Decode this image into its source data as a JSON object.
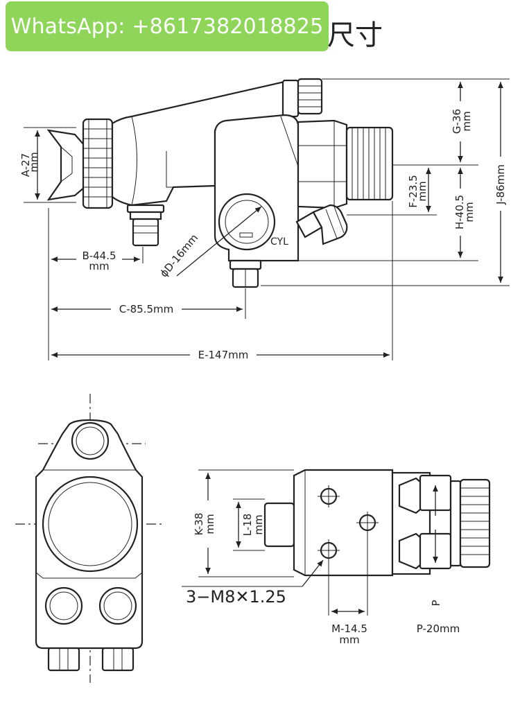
{
  "header": {
    "whatsapp_label": "WhatsApp: +8617382018825",
    "title": "尺寸"
  },
  "top_view": {
    "dims": {
      "a_value": "A-27",
      "a_unit": "mm",
      "b_value": "B-44.5",
      "b_unit": "mm",
      "c_label": "C-85.5mm",
      "d_label": "ϕD-16mm",
      "e_label": "E-147mm",
      "f_value": "F-23.5",
      "f_unit": "mm",
      "g_value": "G-36",
      "g_unit": "mm",
      "h_value": "H-40.5",
      "h_unit": "mm",
      "j_label": "J-86mm"
    },
    "cyl_label": "CYL"
  },
  "bottom_view": {
    "dims": {
      "k_value": "K-38",
      "k_unit": "mm",
      "l_value": "L-18",
      "l_unit": "mm",
      "m_value": "M-14.5",
      "m_unit": "mm",
      "p_mark": "P",
      "p_label": "P-20mm"
    },
    "thread_label": "3−M8✕1.25"
  },
  "colors": {
    "badge_green": "#8ed55a",
    "line": "#222222",
    "background": "#ffffff"
  }
}
